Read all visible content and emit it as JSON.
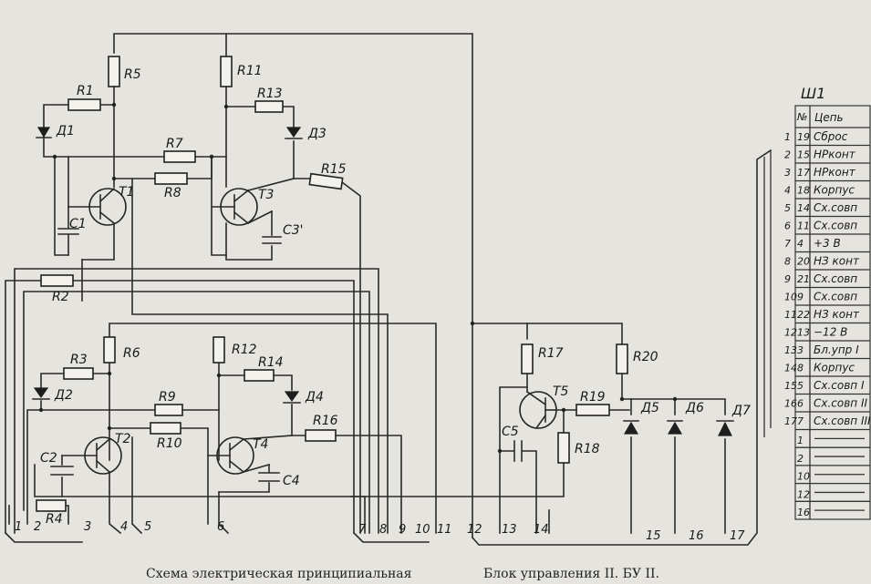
{
  "components": {
    "resistors": [
      {
        "id": "r1",
        "label": "R1"
      },
      {
        "id": "r2",
        "label": "R2"
      },
      {
        "id": "r3",
        "label": "R3"
      },
      {
        "id": "r4",
        "label": "R4"
      },
      {
        "id": "r5",
        "label": "R5"
      },
      {
        "id": "r6",
        "label": "R6"
      },
      {
        "id": "r7",
        "label": "R7"
      },
      {
        "id": "r8",
        "label": "R8"
      },
      {
        "id": "r9",
        "label": "R9"
      },
      {
        "id": "r10",
        "label": "R10"
      },
      {
        "id": "r11",
        "label": "R11"
      },
      {
        "id": "r12",
        "label": "R12"
      },
      {
        "id": "r13",
        "label": "R13"
      },
      {
        "id": "r14",
        "label": "R14"
      },
      {
        "id": "r15",
        "label": "R15"
      },
      {
        "id": "r16",
        "label": "R16"
      },
      {
        "id": "r17",
        "label": "R17"
      },
      {
        "id": "r18",
        "label": "R18"
      },
      {
        "id": "r19",
        "label": "R19"
      },
      {
        "id": "r20",
        "label": "R20"
      }
    ],
    "capacitors": [
      {
        "id": "c1",
        "label": "C1"
      },
      {
        "id": "c2",
        "label": "C2"
      },
      {
        "id": "c3",
        "label": "C3'"
      },
      {
        "id": "c4",
        "label": "C4"
      },
      {
        "id": "c5",
        "label": "C5"
      }
    ],
    "diodes": [
      {
        "id": "d1",
        "label": "Д1"
      },
      {
        "id": "d2",
        "label": "Д2"
      },
      {
        "id": "d3",
        "label": "Д3"
      },
      {
        "id": "d4",
        "label": "Д4"
      },
      {
        "id": "d5",
        "label": "Д5"
      },
      {
        "id": "d6",
        "label": "Д6"
      },
      {
        "id": "d7",
        "label": "Д7"
      }
    ],
    "transistors": [
      {
        "id": "t1",
        "label": "T1"
      },
      {
        "id": "t2",
        "label": "T2"
      },
      {
        "id": "t3",
        "label": "T3"
      },
      {
        "id": "t4",
        "label": "T4"
      },
      {
        "id": "t5",
        "label": "T5"
      }
    ]
  },
  "pins": [
    "1",
    "2",
    "3",
    "4",
    "5",
    "6",
    "7",
    "8",
    "9",
    "10",
    "11",
    "12",
    "13",
    "14",
    "15",
    "16",
    "17"
  ],
  "connector": {
    "title": "Ш1",
    "header_no": "№",
    "header_name": "Цепь",
    "rows": [
      {
        "pin": "1",
        "contact": "19",
        "name": "Сброс"
      },
      {
        "pin": "2",
        "contact": "15",
        "name": "НРконт"
      },
      {
        "pin": "3",
        "contact": "17",
        "name": "НРконт"
      },
      {
        "pin": "4",
        "contact": "18",
        "name": "Корпус"
      },
      {
        "pin": "5",
        "contact": "14",
        "name": "Сх.совп"
      },
      {
        "pin": "6",
        "contact": "11",
        "name": "Сх.совп"
      },
      {
        "pin": "7",
        "contact": "4",
        "name": "+3 В"
      },
      {
        "pin": "8",
        "contact": "20",
        "name": "НЗ конт"
      },
      {
        "pin": "9",
        "contact": "21",
        "name": "Сх.совп"
      },
      {
        "pin": "10",
        "contact": "9",
        "name": "Сх.совп"
      },
      {
        "pin": "11",
        "contact": "22",
        "name": "НЗ конт"
      },
      {
        "pin": "12",
        "contact": "13",
        "name": "−12 В"
      },
      {
        "pin": "13",
        "contact": "3",
        "name": "Бл.упр I"
      },
      {
        "pin": "14",
        "contact": "8",
        "name": "Корпус"
      },
      {
        "pin": "15",
        "contact": "5",
        "name": "Сх.совп I"
      },
      {
        "pin": "16",
        "contact": "6",
        "name": "Сх.совп II"
      },
      {
        "pin": "17",
        "contact": "7",
        "name": "Сх.совп III"
      }
    ],
    "spare": [
      "1",
      "2",
      "10",
      "12",
      "16"
    ]
  },
  "caption": {
    "left": "Схема электрическая принципиальная",
    "right": "Блок управления II. БУ II."
  }
}
